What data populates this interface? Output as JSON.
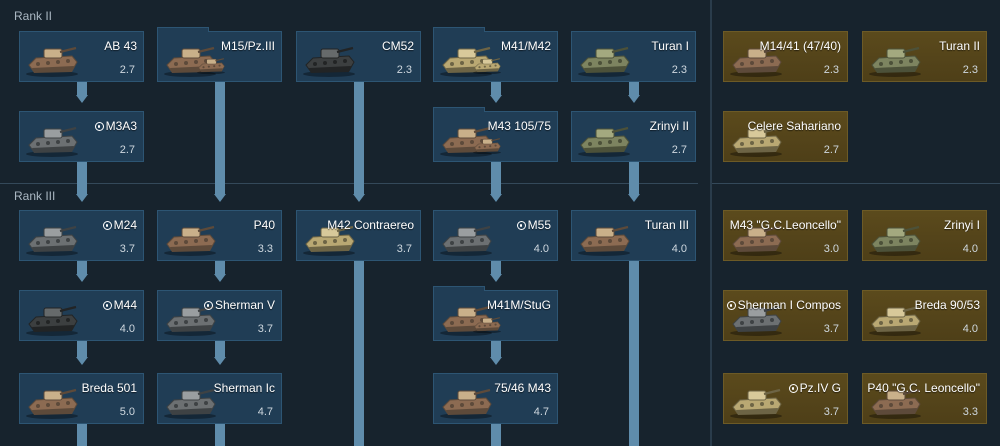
{
  "ranks": [
    {
      "label": "Rank II"
    },
    {
      "label": "Rank III"
    }
  ],
  "colors": {
    "background": "#17232d",
    "card_regular": "#203d55",
    "card_premium": "#5b4a1c",
    "connector": "#5f8cab"
  },
  "vehicles": [
    {
      "id": "ab43",
      "name": "AB 43",
      "br": "2.7",
      "premium": false,
      "folder": false,
      "marker": false,
      "tone": "camo"
    },
    {
      "id": "m15",
      "name": "M15/Pz.III",
      "br": "",
      "premium": false,
      "folder": true,
      "marker": false,
      "tone": "camo"
    },
    {
      "id": "cm52",
      "name": "CM52",
      "br": "2.3",
      "premium": false,
      "folder": false,
      "marker": false,
      "tone": "dark"
    },
    {
      "id": "m41m42",
      "name": "M41/M42",
      "br": "",
      "premium": false,
      "folder": true,
      "marker": false,
      "tone": "sand"
    },
    {
      "id": "turan1",
      "name": "Turan I",
      "br": "2.3",
      "premium": false,
      "folder": false,
      "marker": false,
      "tone": "olive"
    },
    {
      "id": "m1441",
      "name": "M14/41 (47/40)",
      "br": "2.3",
      "premium": true,
      "folder": false,
      "marker": false,
      "tone": "camo"
    },
    {
      "id": "turan2",
      "name": "Turan II",
      "br": "2.3",
      "premium": true,
      "folder": false,
      "marker": false,
      "tone": "olive"
    },
    {
      "id": "m3a3",
      "name": "M3A3",
      "br": "2.7",
      "premium": false,
      "folder": false,
      "marker": true,
      "tone": "grey"
    },
    {
      "id": "m43105",
      "name": "M43 105/75",
      "br": "",
      "premium": false,
      "folder": true,
      "marker": false,
      "tone": "camo"
    },
    {
      "id": "zrinyi2",
      "name": "Zrinyi II",
      "br": "2.7",
      "premium": false,
      "folder": false,
      "marker": false,
      "tone": "olive"
    },
    {
      "id": "celere",
      "name": "Celere Sahariano",
      "br": "2.7",
      "premium": true,
      "folder": false,
      "marker": false,
      "tone": "sand"
    },
    {
      "id": "m24",
      "name": "M24",
      "br": "3.7",
      "premium": false,
      "folder": false,
      "marker": true,
      "tone": "grey"
    },
    {
      "id": "p40",
      "name": "P40",
      "br": "3.3",
      "premium": false,
      "folder": false,
      "marker": false,
      "tone": "camo"
    },
    {
      "id": "m42ca",
      "name": "M42 Contraereo",
      "br": "3.7",
      "premium": false,
      "folder": false,
      "marker": false,
      "tone": "sand"
    },
    {
      "id": "m55",
      "name": "M55",
      "br": "4.0",
      "premium": false,
      "folder": false,
      "marker": true,
      "tone": "grey"
    },
    {
      "id": "turan3",
      "name": "Turan III",
      "br": "4.0",
      "premium": false,
      "folder": false,
      "marker": false,
      "tone": "camo"
    },
    {
      "id": "m43gcl",
      "name": "M43 \"G.C.Leoncello\"",
      "br": "3.0",
      "premium": true,
      "folder": false,
      "marker": false,
      "tone": "camo"
    },
    {
      "id": "zrinyi1",
      "name": "Zrinyi I",
      "br": "4.0",
      "premium": true,
      "folder": false,
      "marker": false,
      "tone": "olive"
    },
    {
      "id": "m44",
      "name": "M44",
      "br": "4.0",
      "premium": false,
      "folder": false,
      "marker": true,
      "tone": "dark"
    },
    {
      "id": "shermanv",
      "name": "Sherman V",
      "br": "3.7",
      "premium": false,
      "folder": false,
      "marker": true,
      "tone": "grey"
    },
    {
      "id": "m41mstug",
      "name": "M41M/StuG",
      "br": "",
      "premium": false,
      "folder": true,
      "marker": false,
      "tone": "camo"
    },
    {
      "id": "shermanic",
      "name": "Sherman I Compos",
      "br": "3.7",
      "premium": true,
      "folder": false,
      "marker": true,
      "tone": "grey"
    },
    {
      "id": "breda9053",
      "name": "Breda 90/53",
      "br": "4.0",
      "premium": true,
      "folder": false,
      "marker": false,
      "tone": "sand"
    },
    {
      "id": "breda501",
      "name": "Breda 501",
      "br": "5.0",
      "premium": false,
      "folder": false,
      "marker": false,
      "tone": "camo"
    },
    {
      "id": "shermanic2",
      "name": "Sherman Ic",
      "br": "4.7",
      "premium": false,
      "folder": false,
      "marker": false,
      "tone": "grey"
    },
    {
      "id": "m4675",
      "name": "75/46 M43",
      "br": "4.7",
      "premium": false,
      "folder": false,
      "marker": false,
      "tone": "camo"
    },
    {
      "id": "pz4g",
      "name": "Pz.IV G",
      "br": "3.7",
      "premium": true,
      "folder": false,
      "marker": true,
      "tone": "sand"
    },
    {
      "id": "p40gcl",
      "name": "P40 \"G.C. Leoncello\"",
      "br": "3.3",
      "premium": true,
      "folder": false,
      "marker": false,
      "tone": "camo"
    }
  ]
}
